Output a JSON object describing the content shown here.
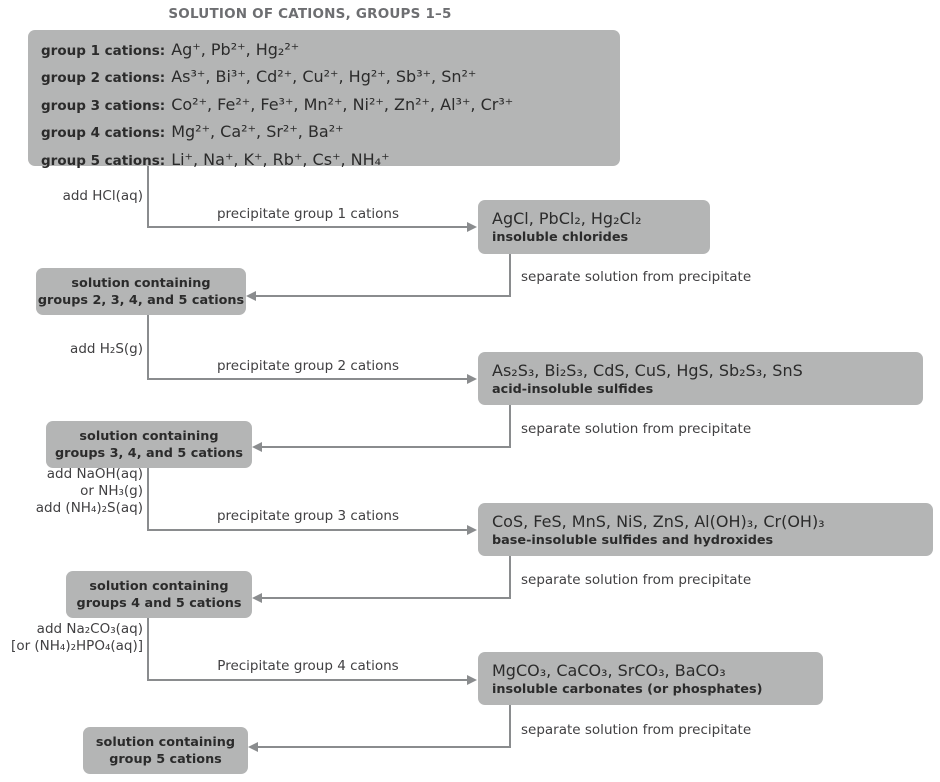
{
  "title": "SOLUTION OF CATIONS, GROUPS 1–5",
  "colors": {
    "box_fill": "#b4b5b5",
    "line": "#8a8c8e",
    "text": "#2b2b2b",
    "title": "#6d6e71"
  },
  "source_box": {
    "groups": [
      {
        "label": "group 1 cations:",
        "ions": "Ag⁺, Pb²⁺, Hg₂²⁺"
      },
      {
        "label": "group 2 cations:",
        "ions": "As³⁺, Bi³⁺, Cd²⁺, Cu²⁺, Hg²⁺, Sb³⁺, Sn²⁺"
      },
      {
        "label": "group 3 cations:",
        "ions": "Co²⁺, Fe²⁺, Fe³⁺, Mn²⁺, Ni²⁺, Zn²⁺, Al³⁺, Cr³⁺"
      },
      {
        "label": "group 4 cations:",
        "ions": "Mg²⁺, Ca²⁺, Sr²⁺, Ba²⁺"
      },
      {
        "label": "group 5 cations:",
        "ions": "Li⁺, Na⁺, K⁺, Rb⁺, Cs⁺, NH₄⁺"
      }
    ]
  },
  "steps": [
    {
      "reagent": [
        "add HCl(aq)"
      ],
      "arrow_label": "precipitate group 1 cations",
      "precipitate": {
        "formulas": "AgCl, PbCl₂, Hg₂Cl₂",
        "caption": "insoluble chlorides"
      },
      "separate_label": "separate solution from precipitate",
      "solution": [
        "solution containing",
        "groups 2, 3, 4, and 5 cations"
      ]
    },
    {
      "reagent": [
        "add H₂S(g)"
      ],
      "arrow_label": "precipitate group 2 cations",
      "precipitate": {
        "formulas": "As₂S₃, Bi₂S₃, CdS, CuS, HgS, Sb₂S₃, SnS",
        "caption": "acid-insoluble sulfides"
      },
      "separate_label": "separate solution from precipitate",
      "solution": [
        "solution containing",
        "groups 3, 4, and 5 cations"
      ]
    },
    {
      "reagent": [
        "add NaOH(aq)",
        "or NH₃(g)",
        "add (NH₄)₂S(aq)"
      ],
      "arrow_label": "precipitate group 3 cations",
      "precipitate": {
        "formulas": "CoS, FeS, MnS, NiS, ZnS, Al(OH)₃, Cr(OH)₃",
        "caption": "base-insoluble sulfides and hydroxides"
      },
      "separate_label": "separate solution from precipitate",
      "solution": [
        "solution containing",
        "groups 4 and 5 cations"
      ]
    },
    {
      "reagent": [
        "add Na₂CO₃(aq)",
        "[or (NH₄)₂HPO₄(aq)]"
      ],
      "arrow_label": "Precipitate group 4 cations",
      "precipitate": {
        "formulas": "MgCO₃, CaCO₃, SrCO₃, BaCO₃",
        "caption": "insoluble carbonates (or phosphates)"
      },
      "separate_label": "separate solution from precipitate",
      "solution": [
        "solution containing",
        "group 5 cations"
      ]
    }
  ]
}
